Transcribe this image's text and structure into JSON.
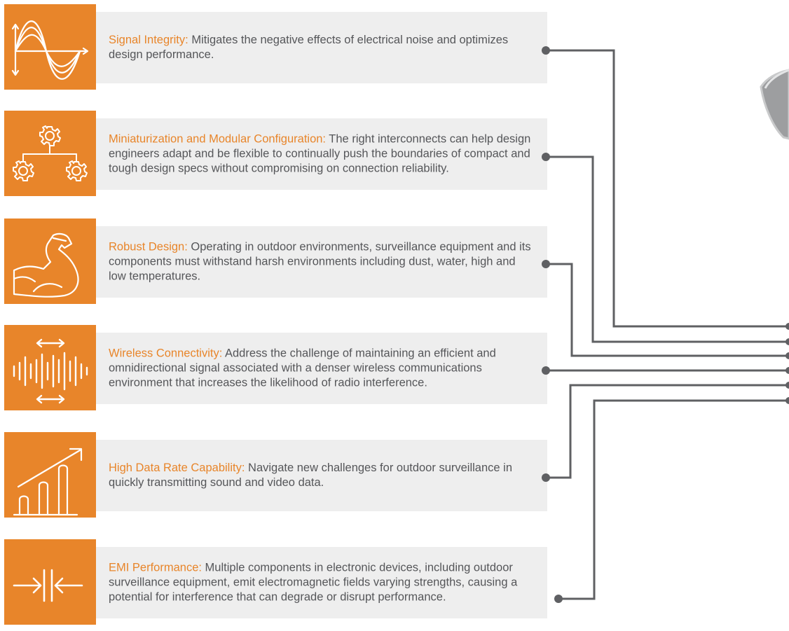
{
  "colors": {
    "accent": "#e8852a",
    "panel": "#eeeeee",
    "text": "#555659",
    "connector": "#5f6063"
  },
  "features": [
    {
      "icon": "sine-wave-icon",
      "title": "Signal Integrity:",
      "body": " Mitigates the negative effects of electrical noise and optimizes design performance."
    },
    {
      "icon": "gear-network-icon",
      "title": "Miniaturization and Modular Configuration:",
      "body": " The right interconnects can help design engineers adapt and be flexible to continually push the boundaries of compact and tough design specs without compromising on connection reliability."
    },
    {
      "icon": "flexed-arm-icon",
      "title": "Robust Design:",
      "body": " Operating in outdoor environments, surveillance equipment and its components must withstand harsh environments including dust, water, high and low temperatures."
    },
    {
      "icon": "signal-wave-icon",
      "title": "Wireless Connectivity:",
      "body": " Address the challenge of maintaining an efficient and omnidirectional signal associated with a denser wireless communications environment that increases the likelihood of radio interference."
    },
    {
      "icon": "growth-chart-icon",
      "title": "High Data Rate Capability:",
      "body": " Navigate new challenges for outdoor surveillance in quickly transmitting sound and video data."
    },
    {
      "icon": "compression-arrows-icon",
      "title": "EMI Performance:",
      "body": " Multiple components in electronic devices, including outdoor surveillance equipment, emit electromagnetic fields varying strengths, causing a potential for interference that can degrade or disrupt performance."
    }
  ]
}
